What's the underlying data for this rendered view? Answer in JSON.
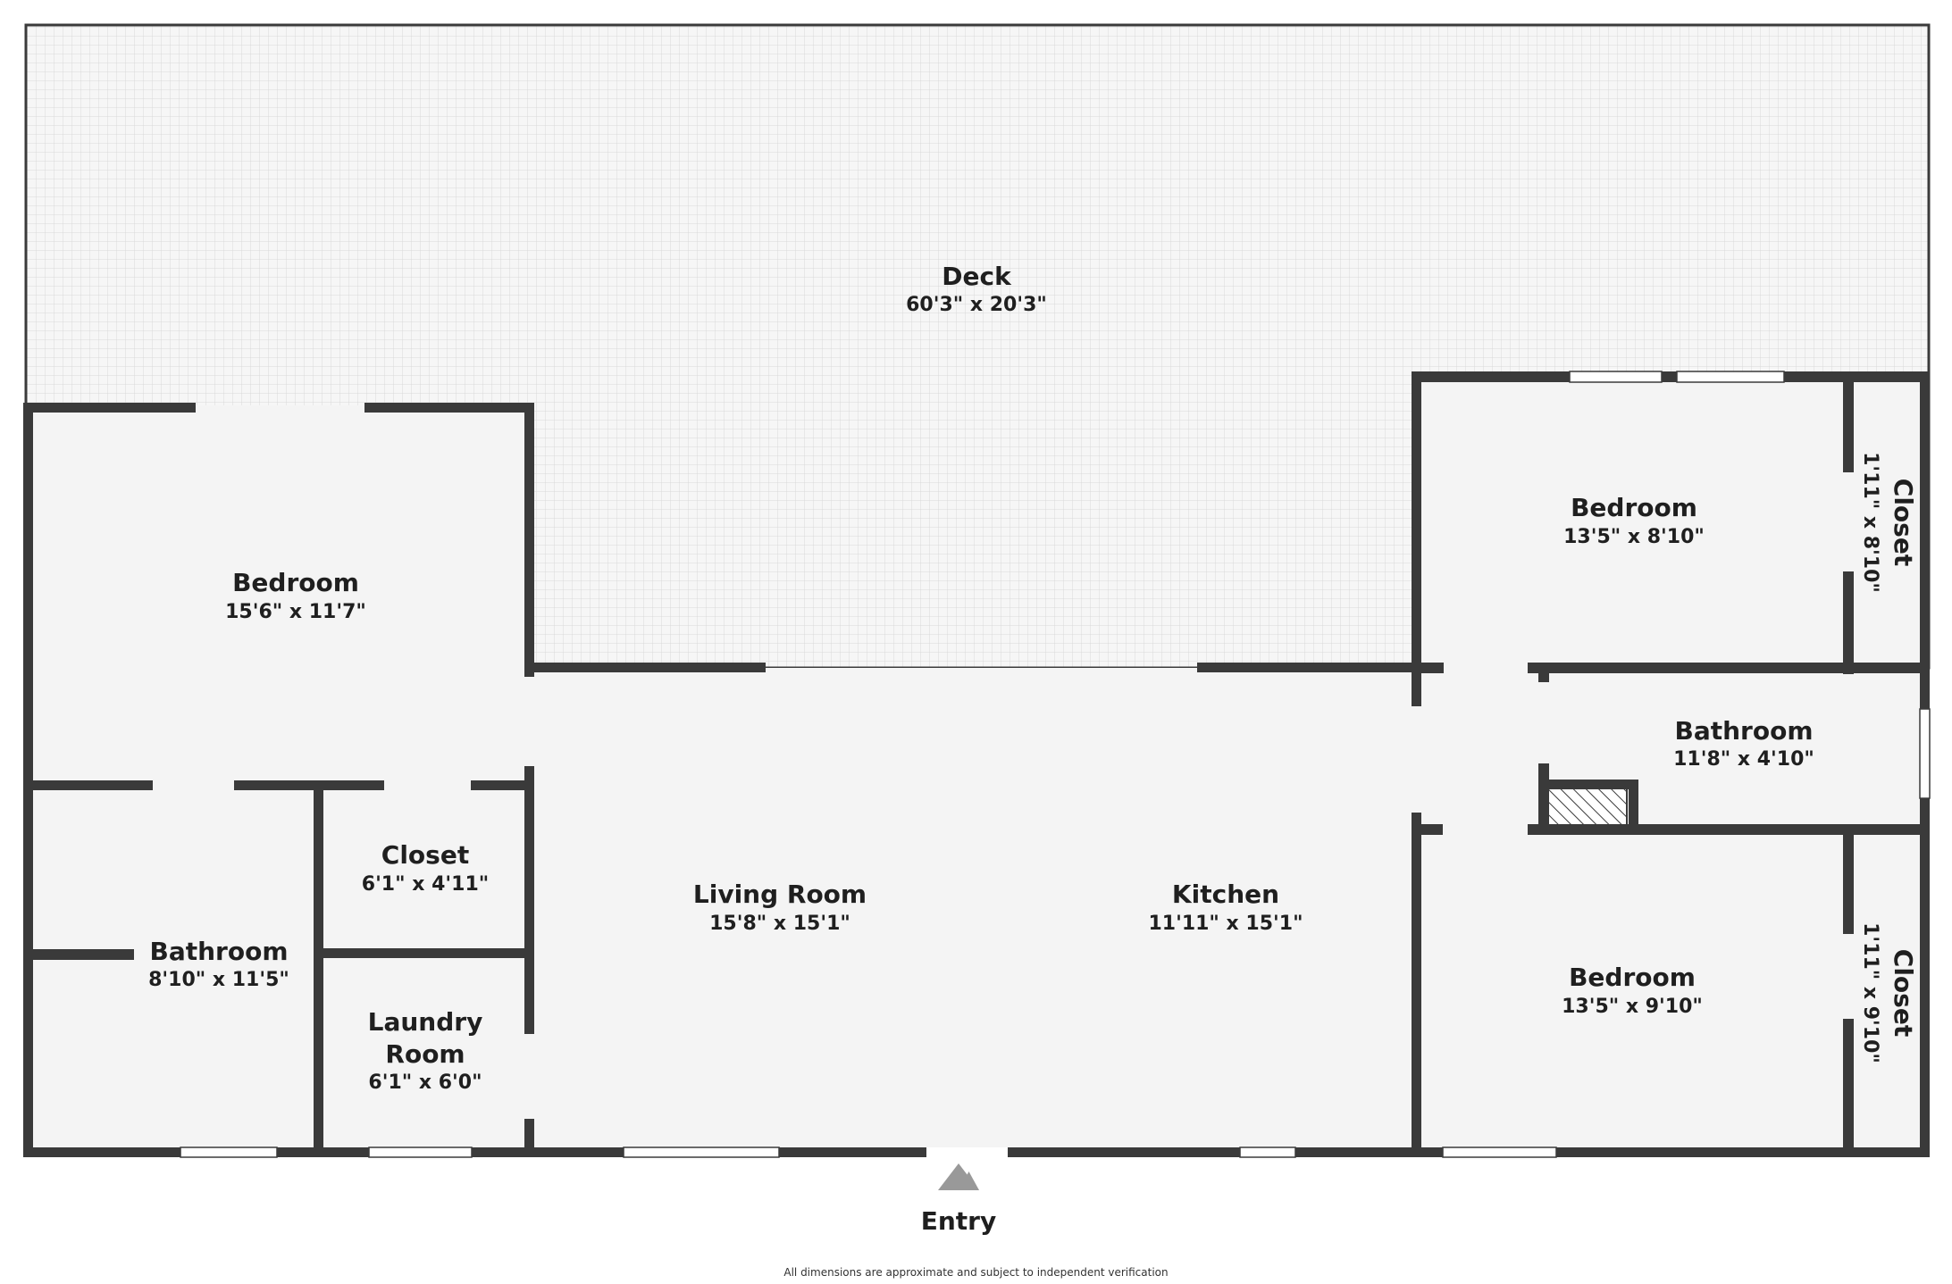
{
  "rooms": {
    "deck": {
      "name": "Deck",
      "dims": "60'3\" x 20'3\""
    },
    "bedroom_left": {
      "name": "Bedroom",
      "dims": "15'6\" x 11'7\""
    },
    "bathroom_left": {
      "name": "Bathroom",
      "dims": "8'10\" x 11'5\""
    },
    "closet_left": {
      "name": "Closet",
      "dims": "6'1\" x 4'11\""
    },
    "laundry": {
      "name_line1": "Laundry",
      "name_line2": "Room",
      "dims": "6'1\" x 6'0\""
    },
    "living": {
      "name": "Living Room",
      "dims": "15'8\" x 15'1\""
    },
    "kitchen": {
      "name": "Kitchen",
      "dims": "11'11\" x 15'1\""
    },
    "bedroom_top_right": {
      "name": "Bedroom",
      "dims": "13'5\" x 8'10\""
    },
    "closet_top_right": {
      "name": "Closet",
      "dims": "1'11\" x 8'10\""
    },
    "bathroom_right": {
      "name": "Bathroom",
      "dims": "11'8\" x 4'10\""
    },
    "bedroom_bottom_right": {
      "name": "Bedroom",
      "dims": "13'5\" x 9'10\""
    },
    "closet_bottom_right": {
      "name": "Closet",
      "dims": "1'11\" x 9'10\""
    }
  },
  "entry": {
    "label": "Entry"
  },
  "disclaimer": "All dimensions are approximate and subject to independent verification",
  "colors": {
    "wall": "#3a3a3a",
    "floor": "#f4f4f4",
    "deck_grid": "#d9d9d9",
    "entry_arrow": "#999999"
  }
}
